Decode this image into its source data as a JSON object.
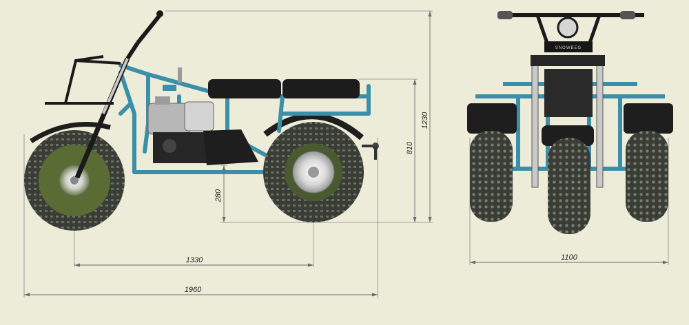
{
  "colors": {
    "background": "#ececd9",
    "frame": "#3b8fa8",
    "tire": "#3a3d36",
    "rim": "#d8d8d8",
    "seat": "#1c1c1c",
    "dimension_line": "#6a6a6a"
  },
  "dimensions": {
    "side_view": {
      "overall_length": "1960",
      "wheelbase": "1330",
      "overall_height": "1230",
      "seat_height": "810",
      "ground_clearance": "280"
    },
    "front_view": {
      "overall_width": "1100"
    }
  },
  "front_view_badge": "SNOWBEG"
}
